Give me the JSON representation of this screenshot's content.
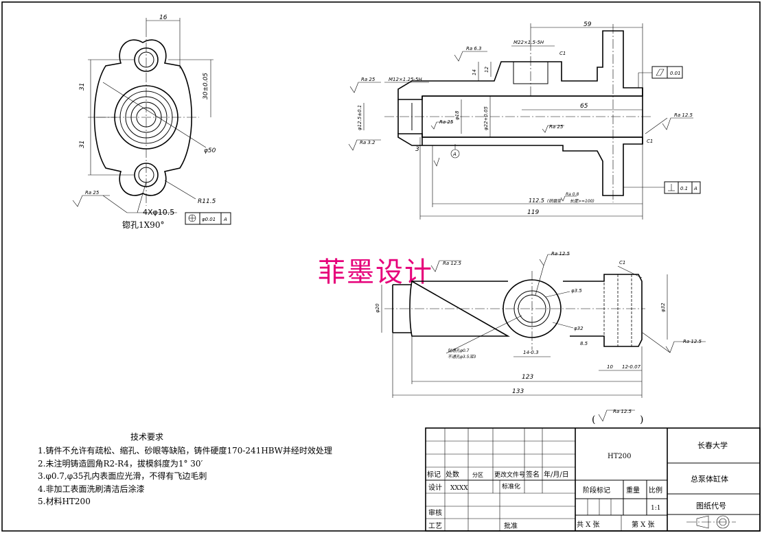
{
  "watermark": "菲墨设计",
  "tech_requirements": {
    "title": "技术要求",
    "items": [
      "1.铸件不允许有疏松、缩孔、砂眼等缺陷，铸件硬度170-241HBW并经时效处理",
      "2.未注明铸造圆角R2-R4，拔模斜度为1°  30′",
      "3.φ0.7,φ35孔内表面应光滑，不得有飞边毛刺",
      "4.非加工表面洗刷清洁后涂漆",
      "5.材料HT200"
    ]
  },
  "general_roughness": "Ra 12.5",
  "title_block": {
    "material": "HT200",
    "school": "长春大学",
    "part_name": "总泵体缸体",
    "drawing_no_label": "图纸代号",
    "scale": "1:1",
    "stage_mark": "阶段标记",
    "weight": "重量",
    "ratio": "比例",
    "sheets_total": "共  X  张",
    "sheet_no": "第  X  张",
    "rev_mark": "标记",
    "rev_count": "处数",
    "rev_zone": "分区",
    "rev_doc": "更改文件号",
    "rev_sign": "签名",
    "rev_date": "年/月/日",
    "design": "设计",
    "designer": "XXXX",
    "standardize": "标准化",
    "review": "审核",
    "process": "工艺",
    "approve": "批准"
  },
  "view_left": {
    "dim_16": "16",
    "dim_31_top": "31",
    "dim_31_bottom": "31",
    "dim_30": "30±0.05",
    "dim_phi50": "φ50",
    "dim_r115": "R11.5",
    "holes": "4Xφ10.5",
    "countersink": "锪孔1X90°",
    "position_tol": "φ0.01",
    "datum_a": "A",
    "ra25": "Ra 25"
  },
  "view_section": {
    "dim_59": "59",
    "thread_m22": "M22×1.5-5H",
    "thread_m12": "M12×1.25-5H",
    "c1_top": "C1",
    "c1_bottom": "C1",
    "ra63": "Ra 6.3",
    "ra25a": "Ra 25",
    "ra25b": "Ra 25",
    "ra25c": "Ra 25",
    "ra32": "Ra 3.2",
    "ra125": "Ra 12.5",
    "ra08": "Ra 0.8",
    "dim_14": "14",
    "dim_12": "12",
    "dim_65": "65",
    "dim_phi125": "φ12.5±0.1",
    "dim_phi18": "φ18",
    "dim_phi22": "φ22+0.05",
    "dim_3": "3",
    "datum_a": "A",
    "dim_1125": "112.5",
    "dim_1125_note": "(研磨至",
    "dim_1125_note2": "长度>=100)",
    "dim_119": "119",
    "flat_tol": "0.01",
    "perp_tol": "0.1",
    "perp_datum": "A"
  },
  "view_top": {
    "ra125_a": "Ra 12.5",
    "ra125_b": "Ra 12.5",
    "ra125_c": "Ra 12.5",
    "c1": "C1",
    "dim_phi35": "φ3.5",
    "dim_phi20": "φ20",
    "dim_phi32a": "φ32",
    "dim_phi32b": "φ32",
    "dim_85": "8.5",
    "hole_note1": "钻通孔φ0.7",
    "hole_note2": "不通孔φ3.5深3",
    "dim_14": "14-0.3",
    "dim_10": "10",
    "dim_12": "12-0.07",
    "dim_123": "123",
    "dim_133": "133"
  }
}
